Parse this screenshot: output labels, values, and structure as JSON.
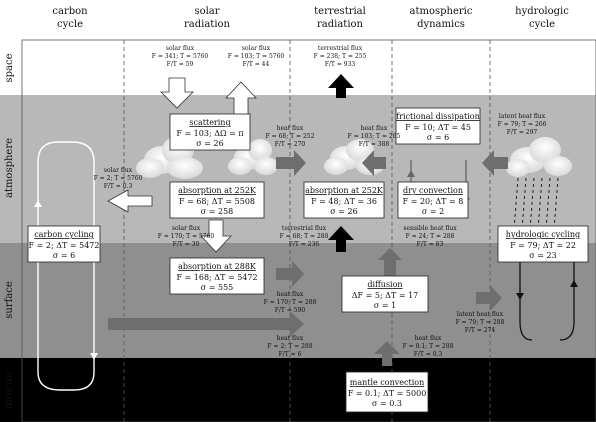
{
  "columns": [
    "carbon\ncycle",
    "solar\nradiation",
    "terrestrial\nradiation",
    "atmospheric\ndynamics",
    "hydrologic\ncycle"
  ],
  "rows": [
    "space",
    "atmosphere",
    "surface",
    "interior"
  ],
  "colors": {
    "space": "#ffffff",
    "atmosphere": "#b8b8b8",
    "surface": "#8f8f8f",
    "interior": "#000000",
    "arrow_gray": "#6e6e6e",
    "arrow_black": "#000000",
    "arrow_white": "#ffffff"
  },
  "boxes": {
    "scattering": {
      "title": "scattering",
      "l1": "F = 103; ΔΩ = π",
      "l2": "σ = 26"
    },
    "abs252_solar": {
      "title": "absorption at 252K",
      "l1": "F = 68; ΔT = 5508",
      "l2": "σ = 258"
    },
    "abs288": {
      "title": "absorption at 288K",
      "l1": "F = 168; ΔT = 5472",
      "l2": "σ = 555"
    },
    "carbon": {
      "title": "carbon cycling",
      "l1": "F = 2; ΔT = 5472",
      "l2": "σ = 6"
    },
    "abs252_terr": {
      "title": "absorption at 252K",
      "l1": "F = 48; ΔT = 36",
      "l2": "σ = 26"
    },
    "frictional": {
      "title": "frictional dissipation",
      "l1": "F = 10; ΔT = 45",
      "l2": "σ = 6"
    },
    "dryconv": {
      "title": "dry convection",
      "l1": "F = 20; ΔT = 8",
      "l2": "σ = 2"
    },
    "diffusion": {
      "title": "diffusion",
      "l1": "ΔF = 5; ΔT = 17",
      "l2": "σ = 1"
    },
    "hydro": {
      "title": "hydrologic cycling",
      "l1": "F = 79; ΔT = 22",
      "l2": "σ = 23"
    },
    "mantle": {
      "title": "mantle convection",
      "l1": "F = 0.1; ΔT = 5000",
      "l2": "σ = 0.3"
    }
  },
  "fluxes": {
    "solar_top": {
      "t": "solar flux",
      "a": "F = 341; T = 5760",
      "b": "F/T = 59"
    },
    "solar_up": {
      "t": "solar flux",
      "a": "F = 103; T = 5760",
      "b": "F/T = 44"
    },
    "terr_space": {
      "t": "terrestrial flux",
      "a": "F = 238; T = 255",
      "b": "F/T = 933"
    },
    "heat1": {
      "t": "heat flux",
      "a": "F = 68; T = 252",
      "b": "F/T = 270"
    },
    "heat2": {
      "t": "heat flux",
      "a": "F = 103; T = 265",
      "b": "F/T = 388"
    },
    "latent1": {
      "t": "latent heat flux",
      "a": "F = 79; T = 266",
      "b": "F/T = 297"
    },
    "solar_left": {
      "t": "solar flux",
      "a": "F = 2; T = 5760",
      "b": "F/T = 0.3"
    },
    "solar_mid": {
      "t": "solar flux",
      "a": "F = 170; T = 5760",
      "b": "F/T = 30"
    },
    "terr_mid": {
      "t": "terrestrial flux",
      "a": "F = 68; T = 288",
      "b": "F/T = 236"
    },
    "sensible": {
      "t": "sensible heat flux",
      "a": "F = 24; T = 288",
      "b": "F/T = 83"
    },
    "heat3": {
      "t": "heat flux",
      "a": "F = 170; T = 288",
      "b": "F/T = 590"
    },
    "heat4": {
      "t": "heat flux",
      "a": "F = 2; T = 288",
      "b": "F/T = 6"
    },
    "latent2": {
      "t": "latent heat flux",
      "a": "F = 79; T = 288",
      "b": "F/T = 274"
    },
    "heat5": {
      "t": "heat flux",
      "a": "F = 0.1; T = 288",
      "b": "F/T = 0.3"
    }
  }
}
